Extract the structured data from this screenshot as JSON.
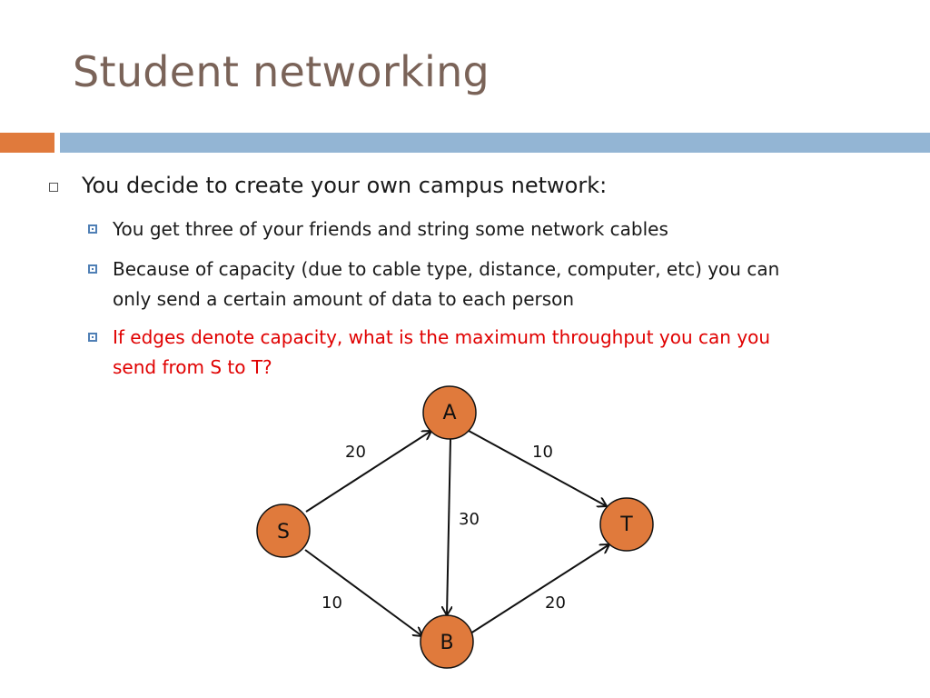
{
  "slide": {
    "title": "Student networking",
    "bullet_main": "You decide to create your own campus network:",
    "sub_bullets": [
      "You get three of your friends and string some network cables",
      "Because of capacity (due to cable type, distance, computer, etc) you can only send a certain amount of data to each person",
      "If edges denote capacity, what is the maximum throughput you can you send from S to T?"
    ]
  },
  "graph": {
    "nodes": {
      "S": "S",
      "A": "A",
      "B": "B",
      "T": "T"
    },
    "edges": {
      "SA": "20",
      "AT": "10",
      "AB": "30",
      "SB": "10",
      "BT": "20"
    }
  },
  "colors": {
    "title": "#7a6358",
    "accent_orange": "#e07a3c",
    "accent_blue": "#93b5d4",
    "question_red": "#e00000",
    "node_fill": "#e07a3c"
  }
}
